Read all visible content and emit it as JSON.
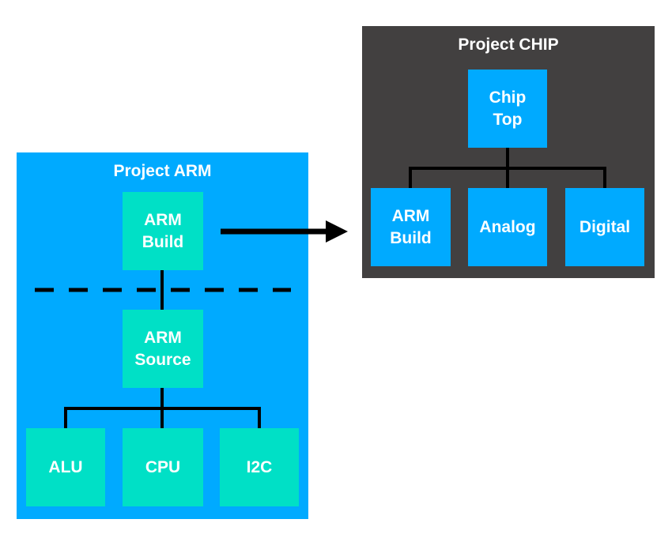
{
  "colors": {
    "arm_panel": "#00aaff",
    "chip_panel": "#424040",
    "teal_box": "#00e0c6",
    "blue_box": "#00aaff",
    "connector": "#000000"
  },
  "project_arm": {
    "title": "Project ARM",
    "build": "ARM\nBuild",
    "source": "ARM\nSource",
    "children": [
      "ALU",
      "CPU",
      "I2C"
    ]
  },
  "project_chip": {
    "title": "Project CHIP",
    "top": "Chip\nTop",
    "children": [
      "ARM\nBuild",
      "Analog",
      "Digital"
    ]
  }
}
